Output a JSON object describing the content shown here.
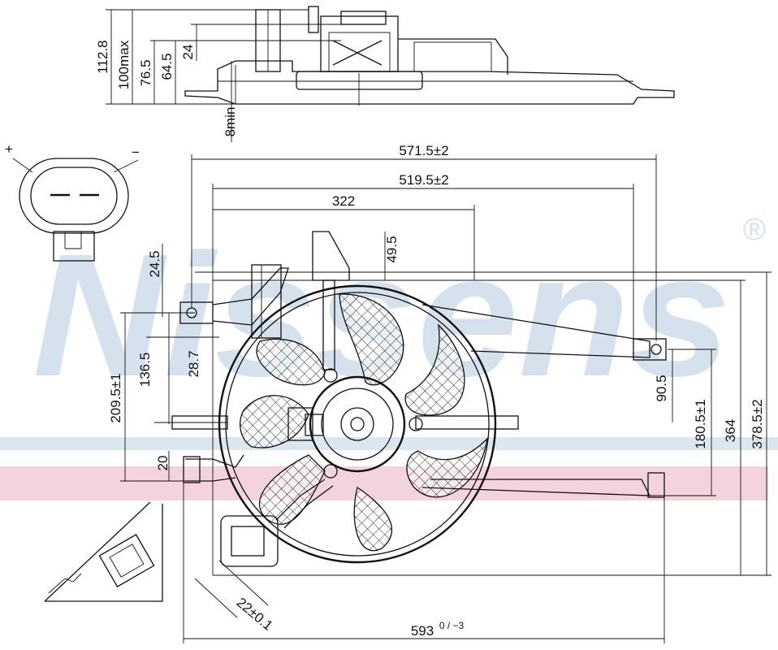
{
  "watermark": {
    "brand": "Nissens",
    "registered_mark": "®"
  },
  "connector": {
    "plus": "+",
    "minus": "−"
  },
  "dimensions": {
    "top_overall_height": "112.8",
    "top_max_height": "100max",
    "top_hub_height": "76.5",
    "top_mid_height": "64.5",
    "top_motor_offset": "24",
    "top_min_clearance": "8min",
    "overall_width_mount": "571.5±2",
    "frame_width": "519.5±2",
    "hub_offset": "322",
    "top_bracket_offset": "49.5",
    "left_bracket_offset": "24.5",
    "left_hole_height": "209.5±1",
    "left_mid_height": "136.5",
    "left_small_height": "28.7",
    "left_bottom_offset": "20",
    "right_hole_height": "90.5",
    "right_mid_height": "180.5±1",
    "frame_height": "364",
    "overall_height": "378.5±2",
    "connector_offset": "22±0.1",
    "overall_width": "593",
    "overall_width_tolerance": "0 / −3"
  },
  "colors": {
    "watermark_blue": "#d5e1ec",
    "watermark_band_red": "#f3d4dc",
    "watermark_band_blue": "#dbe6ef",
    "line": "#111111"
  }
}
